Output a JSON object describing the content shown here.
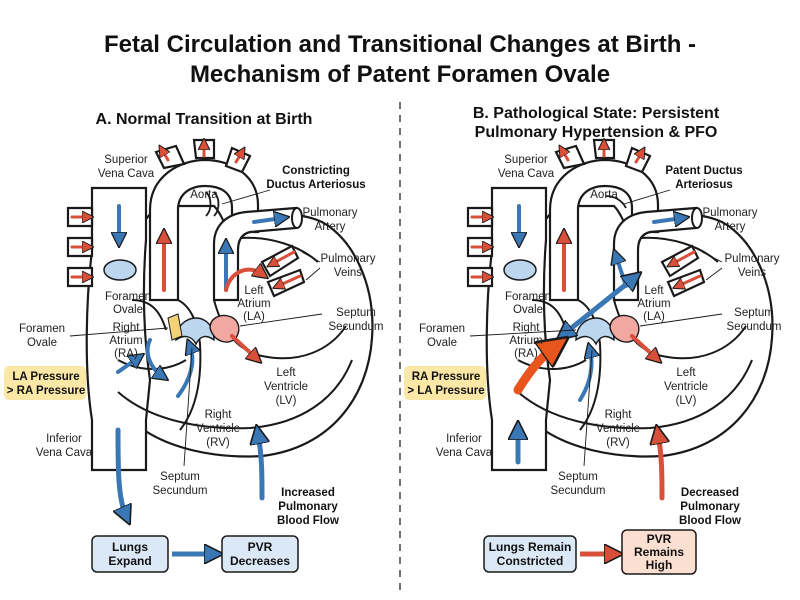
{
  "title": {
    "line1": "Fetal Circulation and Transitional Changes at Birth -",
    "line2": "Mechanism of Patent Foramen Ovale"
  },
  "panel_a": {
    "heading": "A. Normal Transition at Birth",
    "labels": {
      "svc1": "Superior",
      "svc2": "Vena Cava",
      "aorta": "Aorta",
      "duct1": "Constricting",
      "duct2": "Ductus Arteriosus",
      "pa1": "Pulmonary",
      "pa2": "Artery",
      "pv1": "Pulmonary",
      "pv2": "Veins",
      "la1": "Left",
      "la2": "Atrium",
      "la3": "(LA)",
      "ss1": "Septum",
      "ss2": "Secundum",
      "fo_in1": "Foramen",
      "fo_in2": "Ovale",
      "ra1": "Right",
      "ra2": "Atrium",
      "ra3": "(RA)",
      "fo_out1": "Foramen",
      "fo_out2": "Ovale",
      "lv1": "Left",
      "lv2": "Ventricle",
      "lv3": "(LV)",
      "rv1": "Right",
      "rv2": "Ventricle",
      "rv3": "(RV)",
      "ivc1": "Inferior",
      "ivc2": "Vena Cava",
      "ssb1": "Septum",
      "ssb2": "Secundum",
      "flow1": "Increased",
      "flow2": "Pulmonary",
      "flow3": "Blood Flow"
    },
    "pressure": {
      "line1": "LA Pressure",
      "line2": "> RA Pressure"
    },
    "box_left": {
      "line1": "Lungs",
      "line2": "Expand"
    },
    "box_right": {
      "line1": "PVR",
      "line2": "Decreases"
    }
  },
  "panel_b": {
    "heading1": "B. Pathological State: Persistent",
    "heading2": "Pulmonary Hypertension & PFO",
    "labels": {
      "svc1": "Superior",
      "svc2": "Vena Cava",
      "aorta": "Aorta",
      "duct1": "Patent Ductus",
      "duct2": "Arteriosus",
      "pa1": "Pulmonary",
      "pa2": "Artery",
      "pv1": "Pulmonary",
      "pv2": "Veins",
      "la1": "Left",
      "la2": "Atrium",
      "la3": "(LA)",
      "ss1": "Septum",
      "ss2": "Secundum",
      "fo_in1": "Foramen",
      "fo_in2": "Ovale",
      "ra1": "Right",
      "ra2": "Atrium",
      "ra3": "(RA)",
      "fo_out1": "Foramen",
      "fo_out2": "Ovale",
      "lv1": "Left",
      "lv2": "Ventricle",
      "lv3": "(LV)",
      "rv1": "Right",
      "rv2": "Ventricle",
      "rv3": "(RV)",
      "ivc1": "Inferior",
      "ivc2": "Vena Cava",
      "ssb1": "Septum",
      "ssb2": "Secundum",
      "flow1": "Decreased",
      "flow2": "Pulmonary",
      "flow3": "Blood Flow"
    },
    "pressure": {
      "line1": "RA Pressure",
      "line2": "> LA Pressure"
    },
    "box_left": {
      "line1": "Lungs Remain",
      "line2": "Constricted"
    },
    "box_right": {
      "line1": "PVR",
      "line2": "Remains",
      "line3": "High"
    }
  },
  "colors": {
    "blue_flow": "#3a78b5",
    "red_flow": "#d9503a",
    "orange_flow": "#e8561e",
    "septum_pink": "#f0a8a0",
    "foramen_blue": "#bcd6f0",
    "highlight": "#fbe7a6",
    "box_blue": "#dbe9f7",
    "box_peach": "#fbe0d2"
  }
}
